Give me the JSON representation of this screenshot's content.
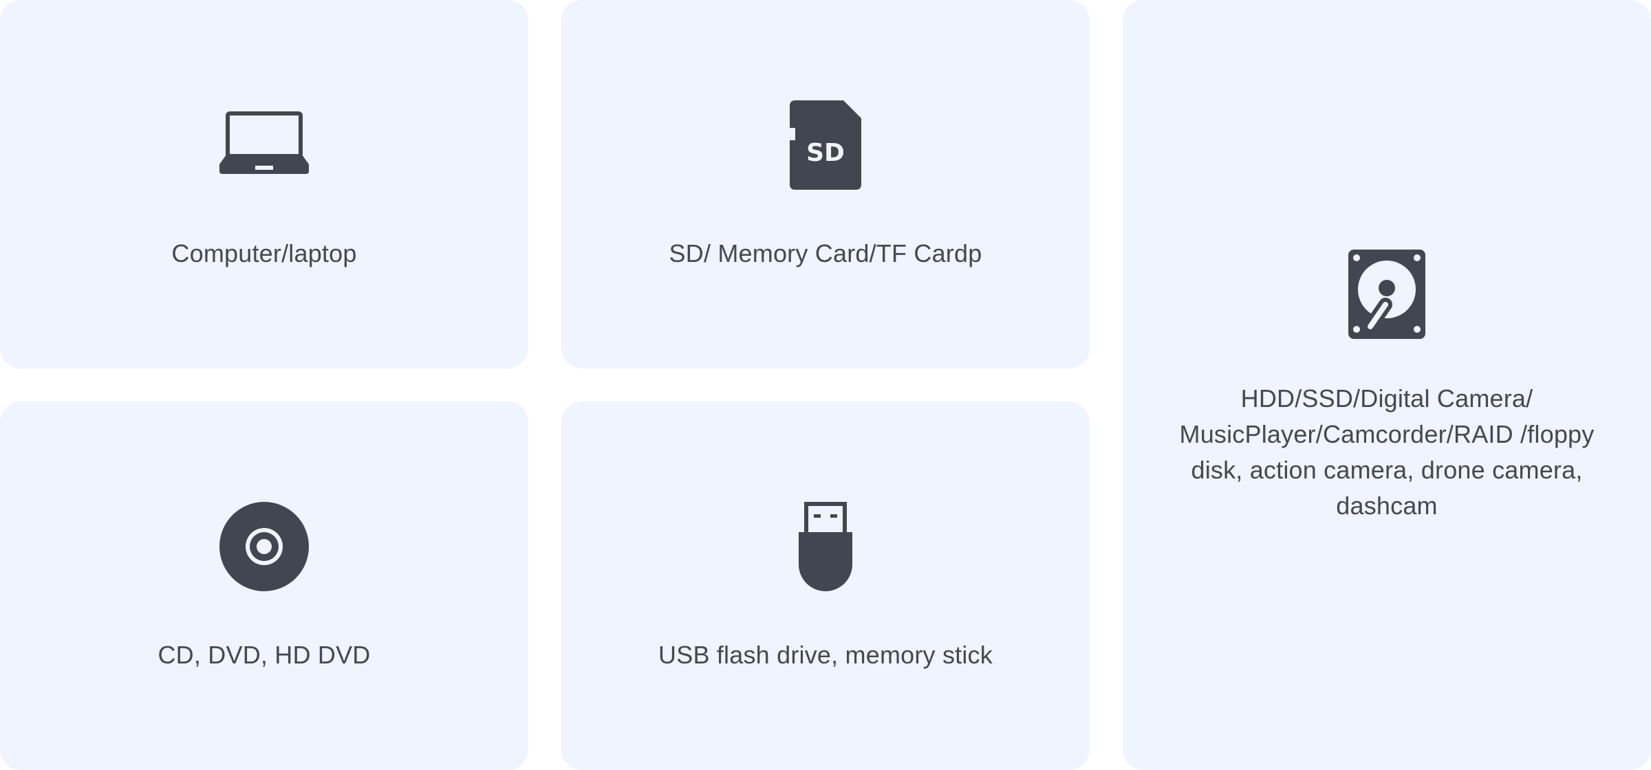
{
  "colors": {
    "card_background": "#eff4fe",
    "icon": "#414650",
    "text": "#434852"
  },
  "cards": [
    {
      "icon": "laptop-icon",
      "label": "Computer/laptop"
    },
    {
      "icon": "sd-card-icon",
      "icon_text": "SD",
      "label": "SD/ Memory Card/TF Cardp"
    },
    {
      "icon": "hard-drive-icon",
      "label": "HDD/SSD/Digital Camera/ MusicPlayer/Camcorder/RAID /floppy disk, action camera, drone camera, dashcam"
    },
    {
      "icon": "disc-icon",
      "label": "CD, DVD, HD DVD"
    },
    {
      "icon": "usb-drive-icon",
      "label": "USB flash drive, memory stick"
    }
  ]
}
